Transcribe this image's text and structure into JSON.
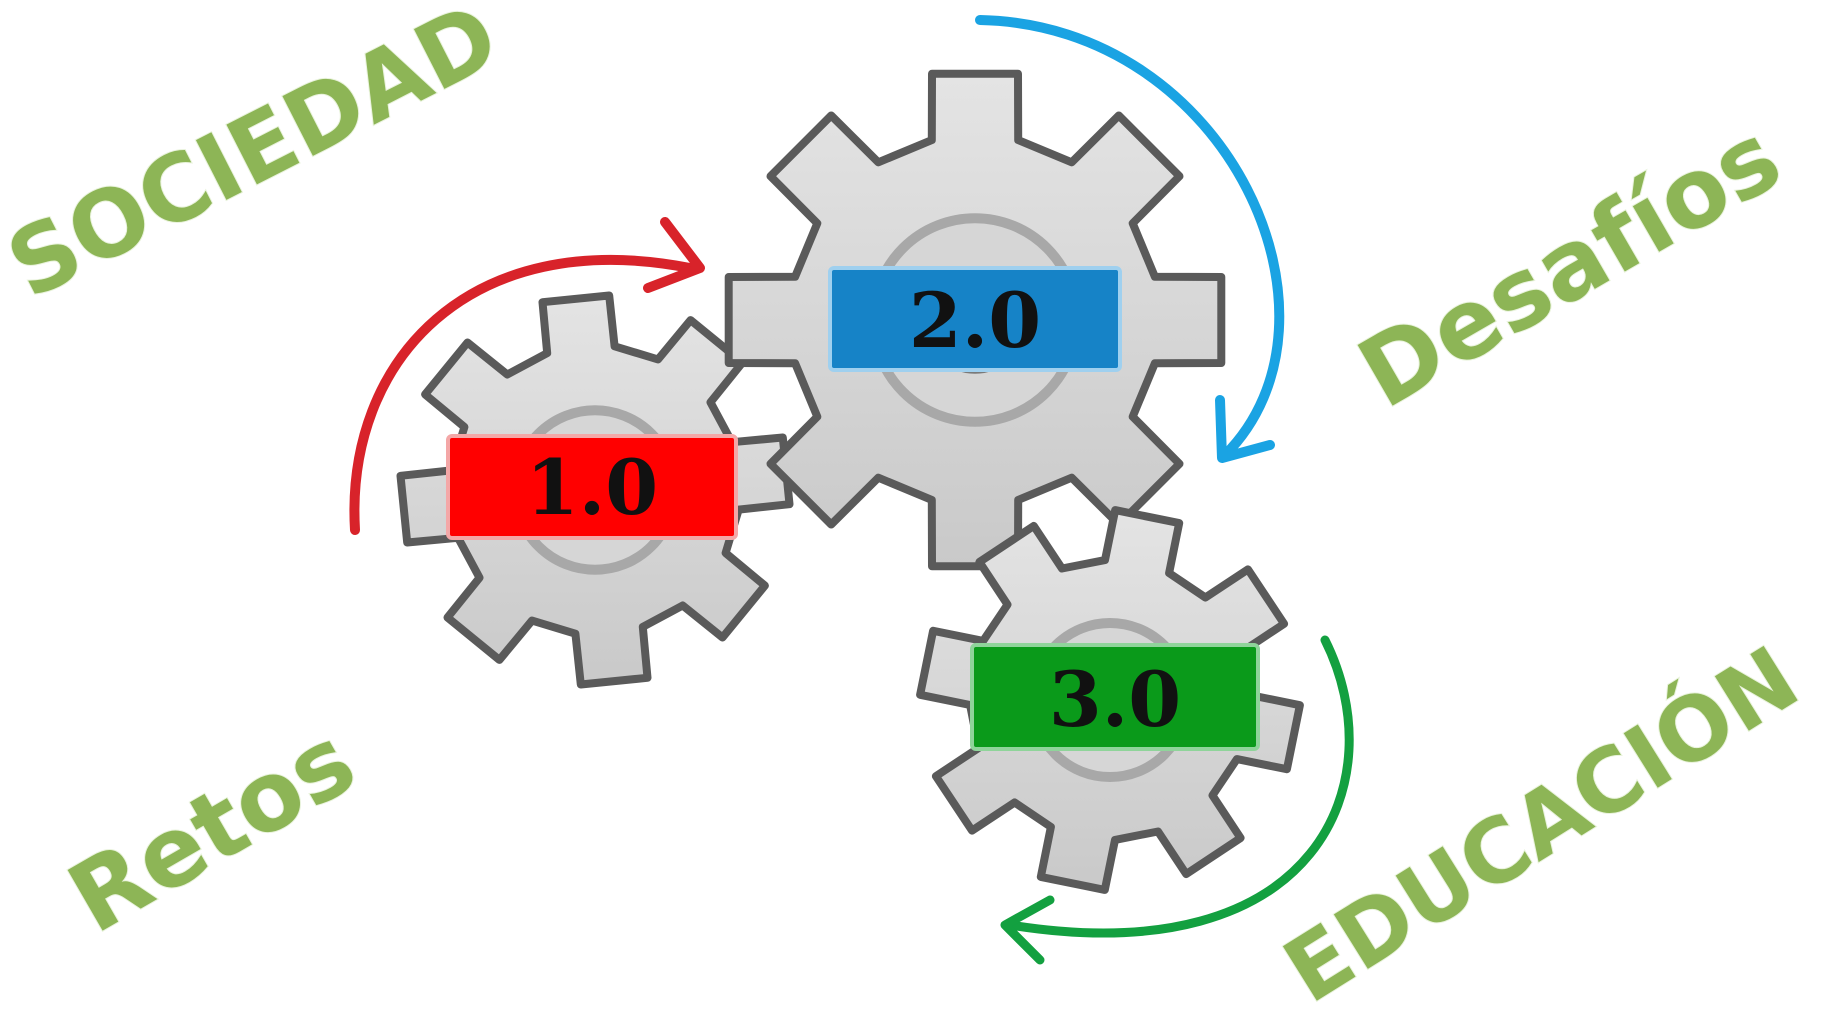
{
  "words": {
    "sociedad": "SOCIEDAD",
    "desafios": "Desafíos",
    "retos": "Retos",
    "educacion": "EDUCACIÓN"
  },
  "gears": [
    {
      "label": "1.0",
      "color": "#ff0000",
      "icon": "gear-icon"
    },
    {
      "label": "2.0",
      "color": "#1683c7",
      "icon": "gear-icon"
    },
    {
      "label": "3.0",
      "color": "#0a9a1a",
      "icon": "gear-icon"
    }
  ],
  "arrows": {
    "red": "#d8232a",
    "blue": "#1aa3e3",
    "green": "#13a040"
  }
}
